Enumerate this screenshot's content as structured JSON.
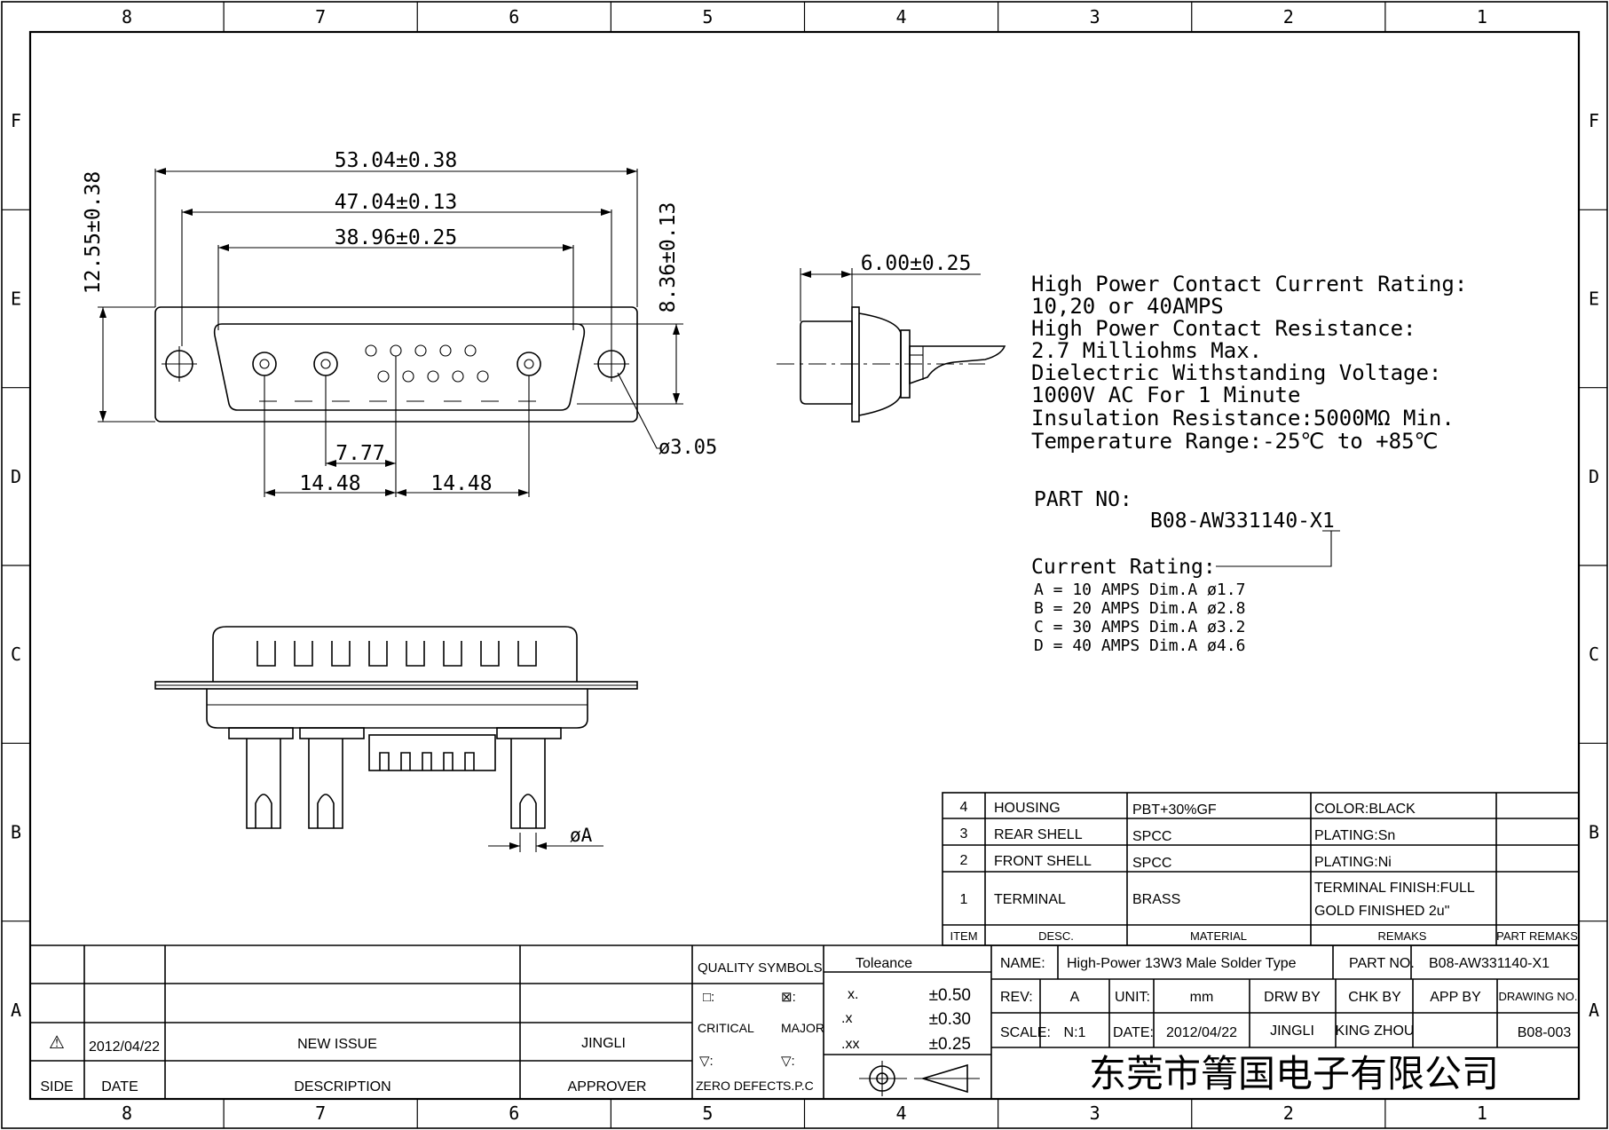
{
  "frame": {
    "cols": [
      "8",
      "7",
      "6",
      "5",
      "4",
      "3",
      "2",
      "1"
    ],
    "rows": [
      "F",
      "E",
      "D",
      "C",
      "B",
      "A"
    ]
  },
  "dims": {
    "overall_width": "53.04±0.38",
    "mount_hole_pitch": "47.04±0.13",
    "shell_width": "38.96±0.25",
    "overall_height": "12.55±0.38",
    "shell_height": "8.36±0.13",
    "signal_pitch": "7.77",
    "power_pitch_left": "14.48",
    "power_pitch_right": "14.48",
    "hole_dia": "ø3.05",
    "side_depth": "6.00±0.25",
    "pin_dia": "øA"
  },
  "specs": {
    "lines": [
      "High Power Contact Current Rating:",
      "10,20 or 40AMPS",
      "High Power Contact Resistance:",
      "2.7 Milliohms Max.",
      "Dielectric Withstanding Voltage:",
      "1000V AC For 1 Minute",
      "Insulation Resistance:5000MΩ Min.",
      "Temperature Range:-25℃ to +85℃"
    ],
    "part_no_label": "PART NO:",
    "part_no": "B08-AW331140-X1",
    "current_rating_label": "Current Rating:",
    "ratings": [
      "A = 10 AMPS Dim.A ø1.7",
      "B = 20 AMPS Dim.A ø2.8",
      "C = 30 AMPS Dim.A ø3.2",
      "D = 40 AMPS Dim.A ø4.6"
    ]
  },
  "bom": {
    "rows": [
      {
        "item": "4",
        "desc": "HOUSING",
        "material": "PBT+30%GF",
        "remarks": [
          "COLOR:BLACK"
        ]
      },
      {
        "item": "3",
        "desc": "REAR SHELL",
        "material": "SPCC",
        "remarks": [
          "PLATING:Sn"
        ]
      },
      {
        "item": "2",
        "desc": "FRONT SHELL",
        "material": "SPCC",
        "remarks": [
          "PLATING:Ni"
        ]
      },
      {
        "item": "1",
        "desc": "TERMINAL",
        "material": "BRASS",
        "remarks": [
          "TERMINAL FINISH:FULL",
          "GOLD FINISHED 2u\""
        ]
      }
    ],
    "headers": {
      "item": "ITEM",
      "desc": "DESC.",
      "material": "MATERIAL",
      "remarks": "REMAKS",
      "part_remarks": "PART REMAKS"
    }
  },
  "revision": {
    "side_symbol": "⚠",
    "date": "2012/04/22",
    "description": "NEW ISSUE",
    "approver": "JINGLI",
    "headers": {
      "side": "SIDE",
      "date": "DATE",
      "description": "DESCRIPTION",
      "approver": "APPROVER"
    }
  },
  "quality": {
    "title": "QUALITY SYMBOLS",
    "critical_symbol": "□:",
    "major_symbol": "⊠:",
    "critical": "CRITICAL",
    "major": "MAJOR",
    "zero_symbol": "▽:",
    "spc_symbol": "▽:",
    "zero_defect": "ZERO DEFECT",
    "spc": "S.P.C"
  },
  "tolerance": {
    "title": "Toleance",
    "rows": [
      {
        "key": "x.",
        "val": "±0.50"
      },
      {
        "key": ".x",
        "val": "±0.30"
      },
      {
        "key": ".xx",
        "val": "±0.25"
      }
    ]
  },
  "titleblock": {
    "name_label": "NAME:",
    "name": "High-Power 13W3 Male Solder Type",
    "partno_label": "PART NO.",
    "partno": "B08-AW331140-X1",
    "rev_label": "REV:",
    "rev": "A",
    "unit_label": "UNIT:",
    "unit": "mm",
    "drw_label": "DRW BY",
    "chk_label": "CHK BY",
    "app_label": "APP BY",
    "drawing_no_label": "DRAWING NO.",
    "scale_label": "SCALE:",
    "scale": "N:1",
    "date_label": "DATE:",
    "date": "2012/04/22",
    "drw": "JINGLI",
    "chk": "KING ZHOU",
    "drawing_no": "B08-003",
    "company": "东莞市箐国电子有限公司"
  }
}
